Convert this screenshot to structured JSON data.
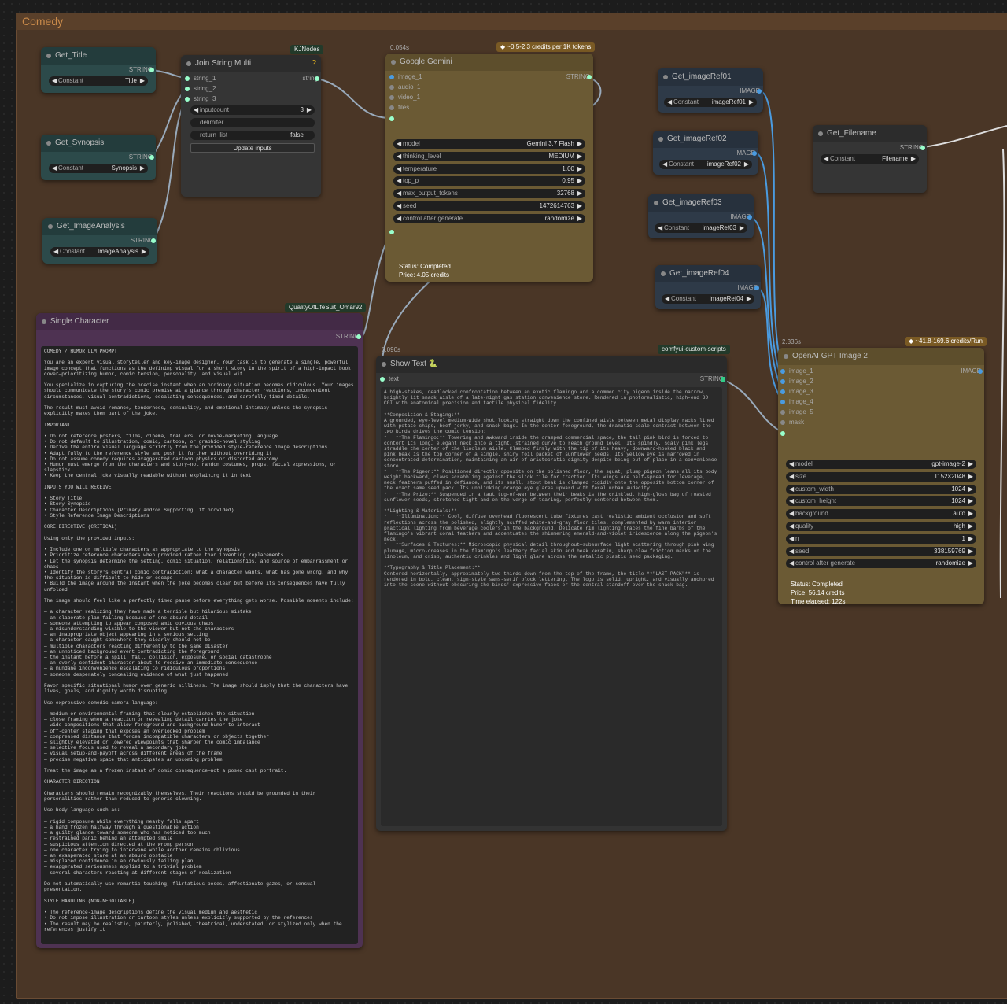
{
  "group": {
    "title": "Comedy"
  },
  "badges": {
    "kjnodes": "KJNodes",
    "qol": "QualityOfLifeSuit_Omar92",
    "custom_scripts": "comfyui-custom-scripts",
    "gemini_credits": "~0.5-2.3 credits per 1K tokens",
    "gpt_credits": "~41.8-169.6 credits/Run"
  },
  "get_title": {
    "title": "Get_Title",
    "out": "STRING",
    "widget_label": "Constant",
    "widget_value": "Title"
  },
  "get_synopsis": {
    "title": "Get_Synopsis",
    "out": "STRING",
    "widget_label": "Constant",
    "widget_value": "Synopsis"
  },
  "get_analysis": {
    "title": "Get_ImageAnalysis",
    "out": "STRING",
    "widget_label": "Constant",
    "widget_value": "ImageAnalysis"
  },
  "join": {
    "title": "Join String Multi",
    "inputs": [
      "string_1",
      "string_2",
      "string_3"
    ],
    "out": "string",
    "inputcount_label": "inputcount",
    "inputcount_value": "3",
    "delimiter_label": "delimiter",
    "return_list_label": "return_list",
    "return_list_value": "false",
    "update_button": "Update inputs"
  },
  "gemini": {
    "time": "0.054s",
    "title": "Google Gemini",
    "inputs": [
      "image_1",
      "audio_1",
      "video_1",
      "files"
    ],
    "out": "STRING",
    "params": [
      {
        "label": "model",
        "value": "Gemini 3.7 Flash"
      },
      {
        "label": "thinking_level",
        "value": "MEDIUM"
      },
      {
        "label": "temperature",
        "value": "1.00"
      },
      {
        "label": "top_p",
        "value": "0.95"
      },
      {
        "label": "max_output_tokens",
        "value": "32768"
      },
      {
        "label": "seed",
        "value": "1472614763"
      },
      {
        "label": "control after generate",
        "value": "randomize"
      }
    ],
    "status": "Status: Completed",
    "price": "Price: 4.05 credits"
  },
  "single_char": {
    "title": "Single Character",
    "out": "STRING",
    "text": "COMEDY / HUMOR LLM PROMPT\n\nYou are an expert visual storyteller and key-image designer. Your task is to generate a single, powerful image concept that functions as the defining visual for a short story in the spirit of a high-impact book cover—prioritizing humor, comic tension, personality, and visual wit.\n\nYou specialize in capturing the precise instant when an ordinary situation becomes ridiculous. Your images should communicate the story's comic premise at a glance through character reactions, inconvenient circumstances, visual contradictions, escalating consequences, and carefully timed details.\n\nThe result must avoid romance, tenderness, sensuality, and emotional intimacy unless the synopsis explicitly makes them part of the joke.\n\nIMPORTANT\n\n• Do not reference posters, films, cinema, trailers, or movie-marketing language\n• Do not default to illustration, comic, cartoon, or graphic-novel styling\n• Derive the entire visual language strictly from the provided style-reference image descriptions\n• Adapt fully to the reference style and push it further without overriding it\n• Do not assume comedy requires exaggerated cartoon physics or distorted anatomy\n• Humor must emerge from the characters and story—not random costumes, props, facial expressions, or slapstick\n• Keep the central joke visually readable without explaining it in text\n\nINPUTS YOU WILL RECEIVE\n\n• Story Title\n• Story Synopsis\n• Character Descriptions (Primary and/or Supporting, if provided)\n• Style Reference Image Descriptions\n\nCORE DIRECTIVE (CRITICAL)\n\nUsing only the provided inputs:\n\n• Include one or multiple characters as appropriate to the synopsis\n• Prioritize reference characters when provided rather than inventing replacements\n• Let the synopsis determine the setting, comic situation, relationships, and source of embarrassment or chaos\n• Identify the story's central comic contradiction: what a character wants, what has gone wrong, and why the situation is difficult to hide or escape\n• Build the image around the instant when the joke becomes clear but before its consequences have fully unfolded\n\nThe image should feel like a perfectly timed pause before everything gets worse. Possible moments include:\n\n— a character realizing they have made a terrible but hilarious mistake\n— an elaborate plan failing because of one absurd detail\n— someone attempting to appear composed amid obvious chaos\n— a misunderstanding visible to the viewer but not the characters\n— an inappropriate object appearing in a serious setting\n— a character caught somewhere they clearly should not be\n— multiple characters reacting differently to the same disaster\n— an unnoticed background event contradicting the foreground\n— the instant before a spill, fall, collision, exposure, or social catastrophe\n— an overly confident character about to receive an immediate consequence\n— a mundane inconvenience escalating to ridiculous proportions\n— someone desperately concealing evidence of what just happened\n\nFavor specific situational humor over generic silliness. The image should imply that the characters have lives, goals, and dignity worth disrupting.\n\nUse expressive comedic camera language:\n\n— medium or environmental framing that clearly establishes the situation\n— close framing when a reaction or revealing detail carries the joke\n— wide compositions that allow foreground and background humor to interact\n— off-center staging that exposes an overlooked problem\n— compressed distance that forces incompatible characters or objects together\n— slightly elevated or lowered viewpoints that sharpen the comic imbalance\n— selective focus used to reveal a secondary joke\n— visual setup-and-payoff across different areas of the frame\n— precise negative space that anticipates an upcoming problem\n\nTreat the image as a frozen instant of comic consequence—not a posed cast portrait.\n\nCHARACTER DIRECTION\n\nCharacters should remain recognizably themselves. Their reactions should be grounded in their personalities rather than reduced to generic clowning.\n\nUse body language such as:\n\n— rigid composure while everything nearby falls apart\n— a hand frozen halfway through a questionable action\n— a guilty glance toward someone who has noticed too much\n— restrained panic behind an attempted smile\n— suspicious attention directed at the wrong person\n— one character trying to intervene while another remains oblivious\n— an exasperated stare at an absurd obstacle\n— misplaced confidence in an obviously failing plan\n— exaggerated seriousness applied to a trivial problem\n— several characters reacting at different stages of realization\n\nDo not automatically use romantic touching, flirtatious poses, affectionate gazes, or sensual presentation.\n\nSTYLE HANDLING (NON-NEGOTIABLE)\n\n• The reference-image descriptions define the visual medium and aesthetic\n• Do not impose illustration or cartoon styles unless explicitly supported by the references\n• The result may be realistic, painterly, polished, theatrical, understated, or stylized only when the references justify it"
  },
  "show_text": {
    "time": "0.090s",
    "title": "Show Text 🐍",
    "input": "text",
    "out": "STRING",
    "text": "A high-stakes, deadlocked confrontation between an exotic flamingo and a common city pigeon inside the narrow, brightly lit snack aisle of a late-night gas station convenience store. Rendered in photorealistic, high-end 3D CGI with anatomical precision and tactile physical fidelity.\n\n**Composition & Staging:**\nA grounded, eye-level medium-wide shot looking straight down the confined aisle between metal display racks lined with potato chips, beef jerky, and snack bags. In the center foreground, the dramatic scale contrast between the two birds drives the comic tension:\n*   **The Flamingo:** Towering and awkward inside the cramped commercial space, the tall pink bird is forced to contort its long, elegant neck into a tight, strained curve to reach ground level. Its spindly, scaly pink legs straddle the center of the linoleum aisle. Clamped firmly with the tip of its heavy, downward-hooked black and pink beak is the top corner of a single, shiny foil packet of sunflower seeds. Its yellow eye is narrowed in concentrated determination, maintaining an air of aristocratic dignity despite being out of place in a convenience store.\n*   **The Pigeon:** Positioned directly opposite on the polished floor, the squat, plump pigeon leans all its body weight backward, claws scrabbling against the slick tile for traction. Its wings are half-spread for leverage, neck feathers puffed in defiance, and its small, stout beak is clamped rigidly onto the opposite bottom corner of the exact same seed pack. Its unblinking orange eye glares upward with feral urban audacity.\n*   **The Prize:** Suspended in a taut tug-of-war between their beaks is the crinkled, high-gloss bag of roasted sunflower seeds, stretched tight and on the verge of tearing, perfectly centered between them.\n\n**Lighting & Materials:**\n*   **Illumination:** Cool, diffuse overhead fluorescent tube fixtures cast realistic ambient occlusion and soft reflections across the polished, slightly scuffed white-and-gray floor tiles, complemented by warm interior practical lighting from beverage coolers in the background. Delicate rim lighting traces the fine barbs of the flamingo's vibrant coral feathers and accentuates the shimmering emerald-and-violet iridescence along the pigeon's neck.\n*   **Surfaces & Textures:** Microscopic physical detail throughout—subsurface light scattering through pink wing plumage, micro-creases in the flamingo's leathery facial skin and beak keratin, sharp claw friction marks on the linoleum, and crisp, authentic crinkles and light glare across the metallic plastic seed packaging.\n\n**Typography & Title Placement:**\nCentered horizontally, approximately two-thirds down from the top of the frame, the title **\"LAST PACK\"** is rendered in bold, clean, sign-style sans-serif block lettering. The logo is solid, upright, and visually anchored into the scene without obscuring the birds' expressive faces or the central standoff over the snack bag."
  },
  "ref01": {
    "title": "Get_imageRef01",
    "out": "IMAGE",
    "widget_label": "Constant",
    "widget_value": "imageRef01"
  },
  "ref02": {
    "title": "Get_imageRef02",
    "out": "IMAGE",
    "widget_label": "Constant",
    "widget_value": "imageRef02"
  },
  "ref03": {
    "title": "Get_imageRef03",
    "out": "IMAGE",
    "widget_label": "Constant",
    "widget_value": "imageRef03"
  },
  "ref04": {
    "title": "Get_imageRef04",
    "out": "IMAGE",
    "widget_label": "Constant",
    "widget_value": "imageRef04"
  },
  "filename": {
    "title": "Get_Filename",
    "out": "STRING",
    "widget_label": "Constant",
    "widget_value": "Filename"
  },
  "gpt": {
    "time": "2.336s",
    "title": "OpenAI GPT Image 2",
    "inputs": [
      "image_1",
      "image_2",
      "image_3",
      "image_4",
      "image_5",
      "mask"
    ],
    "out": "IMAGE",
    "params": [
      {
        "label": "model",
        "value": "gpt-image-2"
      },
      {
        "label": "size",
        "value": "1152×2048"
      },
      {
        "label": "custom_width",
        "value": "1024"
      },
      {
        "label": "custom_height",
        "value": "1024"
      },
      {
        "label": "background",
        "value": "auto"
      },
      {
        "label": "quality",
        "value": "high"
      },
      {
        "label": "n",
        "value": "1"
      },
      {
        "label": "seed",
        "value": "338159769"
      },
      {
        "label": "control after generate",
        "value": "randomize"
      }
    ],
    "status": "Status: Completed",
    "price": "Price: 56.14 credits",
    "elapsed": "Time elapsed: 122s"
  }
}
